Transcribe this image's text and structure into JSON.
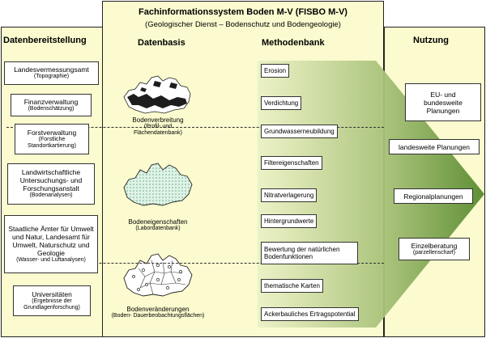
{
  "title": "Fachinformationssystem Boden M-V (FISBO M-V)",
  "subtitle": "(Geologischer Dienst – Bodenschutz und Bodengeologie)",
  "headings": {
    "left": "Datenbereitstellung",
    "datenbasis": "Datenbasis",
    "methodenbank": "Methodenbank",
    "right": "Nutzung"
  },
  "sources": [
    {
      "main": "Landesvermessungsamt",
      "sub": "(Topographie)"
    },
    {
      "main": "Finanzverwaltung",
      "sub": "(Bodenschätzung)"
    },
    {
      "main": "Forstverwaltung",
      "sub": "(Forstliche Standortkartierung)"
    },
    {
      "main": "Landwirtschaftliche Untersuchungs- und Forschungsanstalt",
      "sub": "(Bodenanalysen)"
    },
    {
      "main": "Staatliche Ämter für Umwelt und Natur, Landesamt für Umwelt, Naturschutz und Geologie",
      "sub": "(Wasser- und Luftanalysen)"
    },
    {
      "main": "Universitäten",
      "sub": "(Ergebnisse der Grundlagenforschung)"
    }
  ],
  "datenbasis": [
    {
      "main": "Bodenverbreitung",
      "sub": "(Profil- und Flächendatenbank)"
    },
    {
      "main": "Bodeneigenschaften",
      "sub": "(Labordatenbank)"
    },
    {
      "main": "Bodenveränderungen",
      "sub": "(Boden- Dauerbeobachtungsflächen)"
    }
  ],
  "methods": [
    "Erosion",
    "Verdichtung",
    "Grundwasserneubildung",
    "Filtereigenschaften",
    "Nitratverlagerung",
    "Hintergrundwerte",
    "Bewertung der natürlichen Bodenfunktionen",
    "thematische Karten",
    "Ackerbauliches Ertragspotential"
  ],
  "uses": [
    {
      "main": "EU- und bundesweite Planungen",
      "sub": ""
    },
    {
      "main": "landesweite Planungen",
      "sub": ""
    },
    {
      "main": "Regionalplanungen",
      "sub": ""
    },
    {
      "main": "Einzelberatung",
      "sub": "(parzellenscharf)"
    }
  ],
  "colors": {
    "panel": "#fbfbcf",
    "arrow_light": "#e9f0c4",
    "arrow_dark": "#5f8f35",
    "map_fill": "#dff3e6",
    "map_dots": "#66aa88"
  }
}
